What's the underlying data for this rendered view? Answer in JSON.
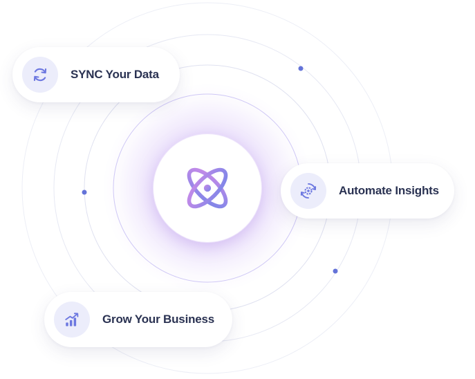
{
  "features": [
    {
      "id": "sync",
      "label": "SYNC Your Data",
      "icon": "sync-arrows-icon"
    },
    {
      "id": "automate",
      "label": "Automate Insights",
      "icon": "gear-cycle-icon"
    },
    {
      "id": "grow",
      "label": "Grow Your Business",
      "icon": "growth-chart-icon"
    }
  ],
  "center": {
    "icon": "atom-icon"
  },
  "colors": {
    "accent": "#6d78e0",
    "accent_purple": "#b68ae6",
    "text": "#2a3252",
    "badge_bg": "#ecedfb",
    "orbit": "#e6e8f3",
    "orbit_inner": "#cdc6f5",
    "dot": "#6473d8"
  }
}
